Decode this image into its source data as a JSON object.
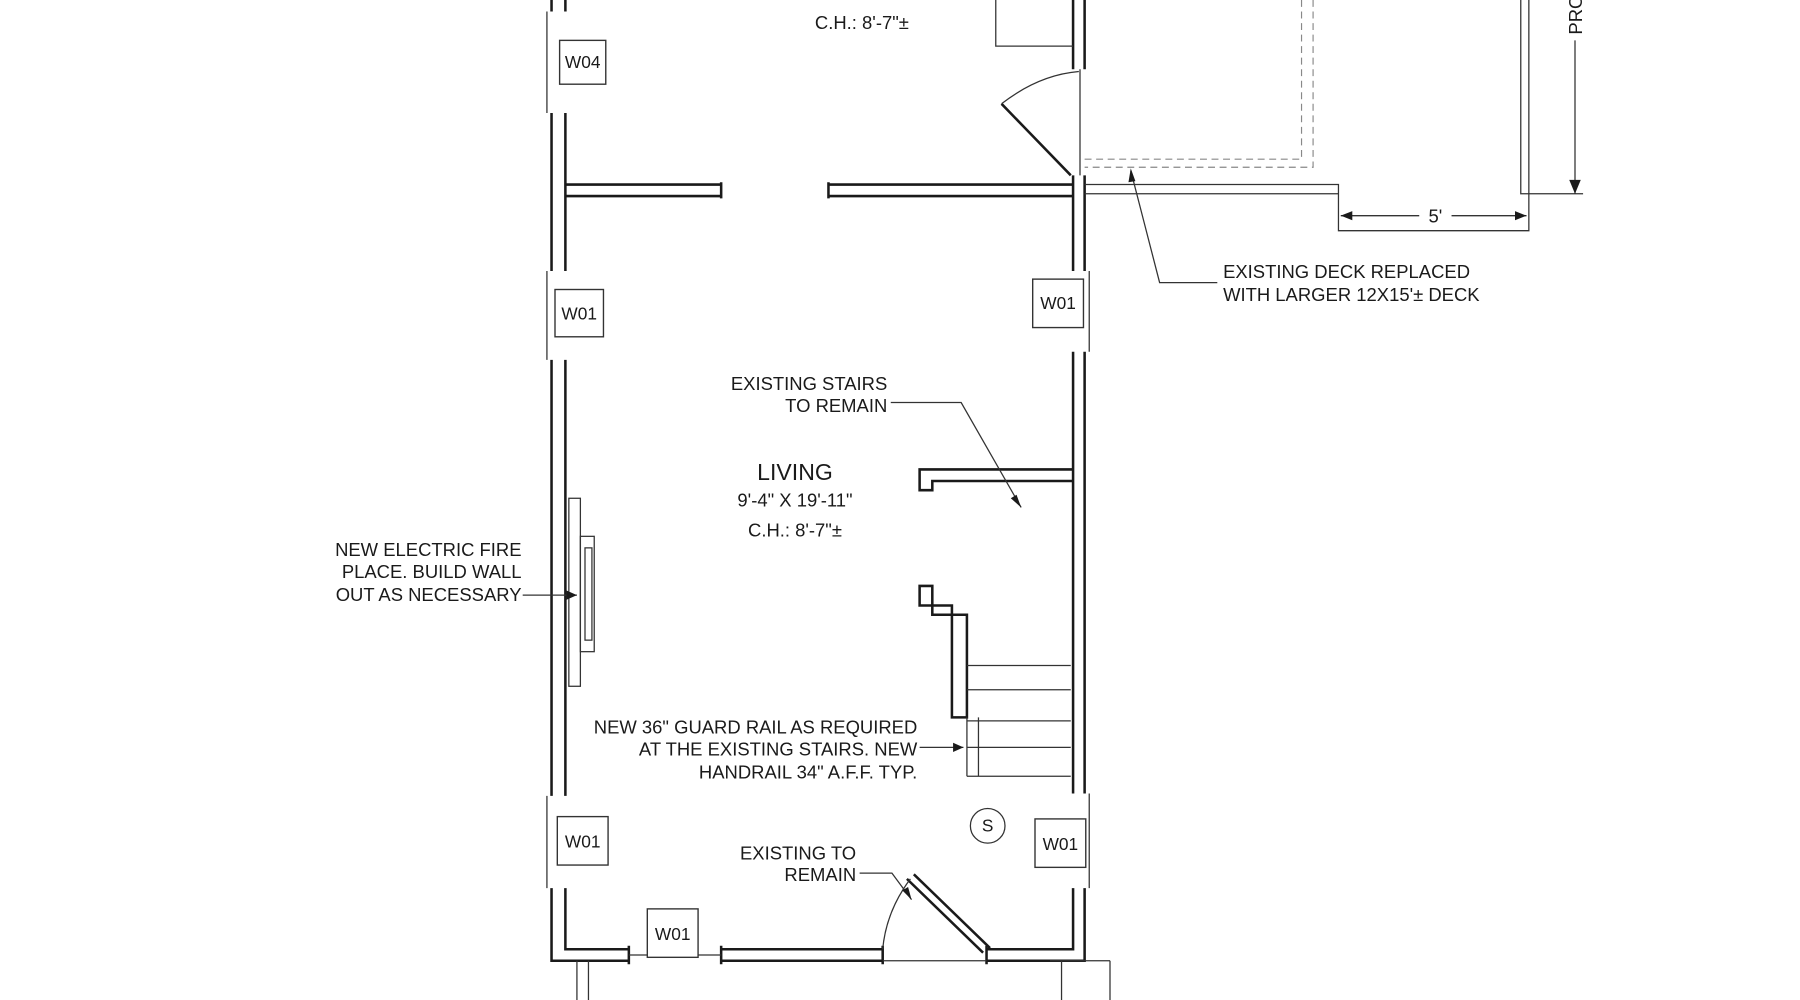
{
  "rooms": [
    {
      "name": "",
      "size": "",
      "ceiling": "C.H.: 8'-7\"±"
    },
    {
      "name": "LIVING",
      "size": "9'-4\" X 19'-11\"",
      "ceiling": "C.H.: 8'-7\"±"
    }
  ],
  "window_tags": [
    "W04",
    "W01",
    "W01",
    "W01",
    "W01",
    "W01"
  ],
  "notes": {
    "deck": [
      "EXISTING DECK REPLACED",
      "WITH LARGER 12X15'± DECK"
    ],
    "stairs": [
      "EXISTING STAIRS",
      "TO REMAIN"
    ],
    "fireplace": [
      "NEW ELECTRIC FIRE",
      "PLACE. BUILD WALL",
      "OUT AS NECESSARY"
    ],
    "guard_rail": [
      "NEW 36\" GUARD RAIL AS REQUIRED",
      "AT THE EXISTING STAIRS. NEW",
      "HANDRAIL 34\" A.F.F. TYP."
    ],
    "door": [
      "EXISTING TO",
      "REMAIN"
    ]
  },
  "dimensions": {
    "deck_offset": "5'",
    "property_line": "PRO"
  },
  "symbols": {
    "smoke_detector": "S"
  }
}
